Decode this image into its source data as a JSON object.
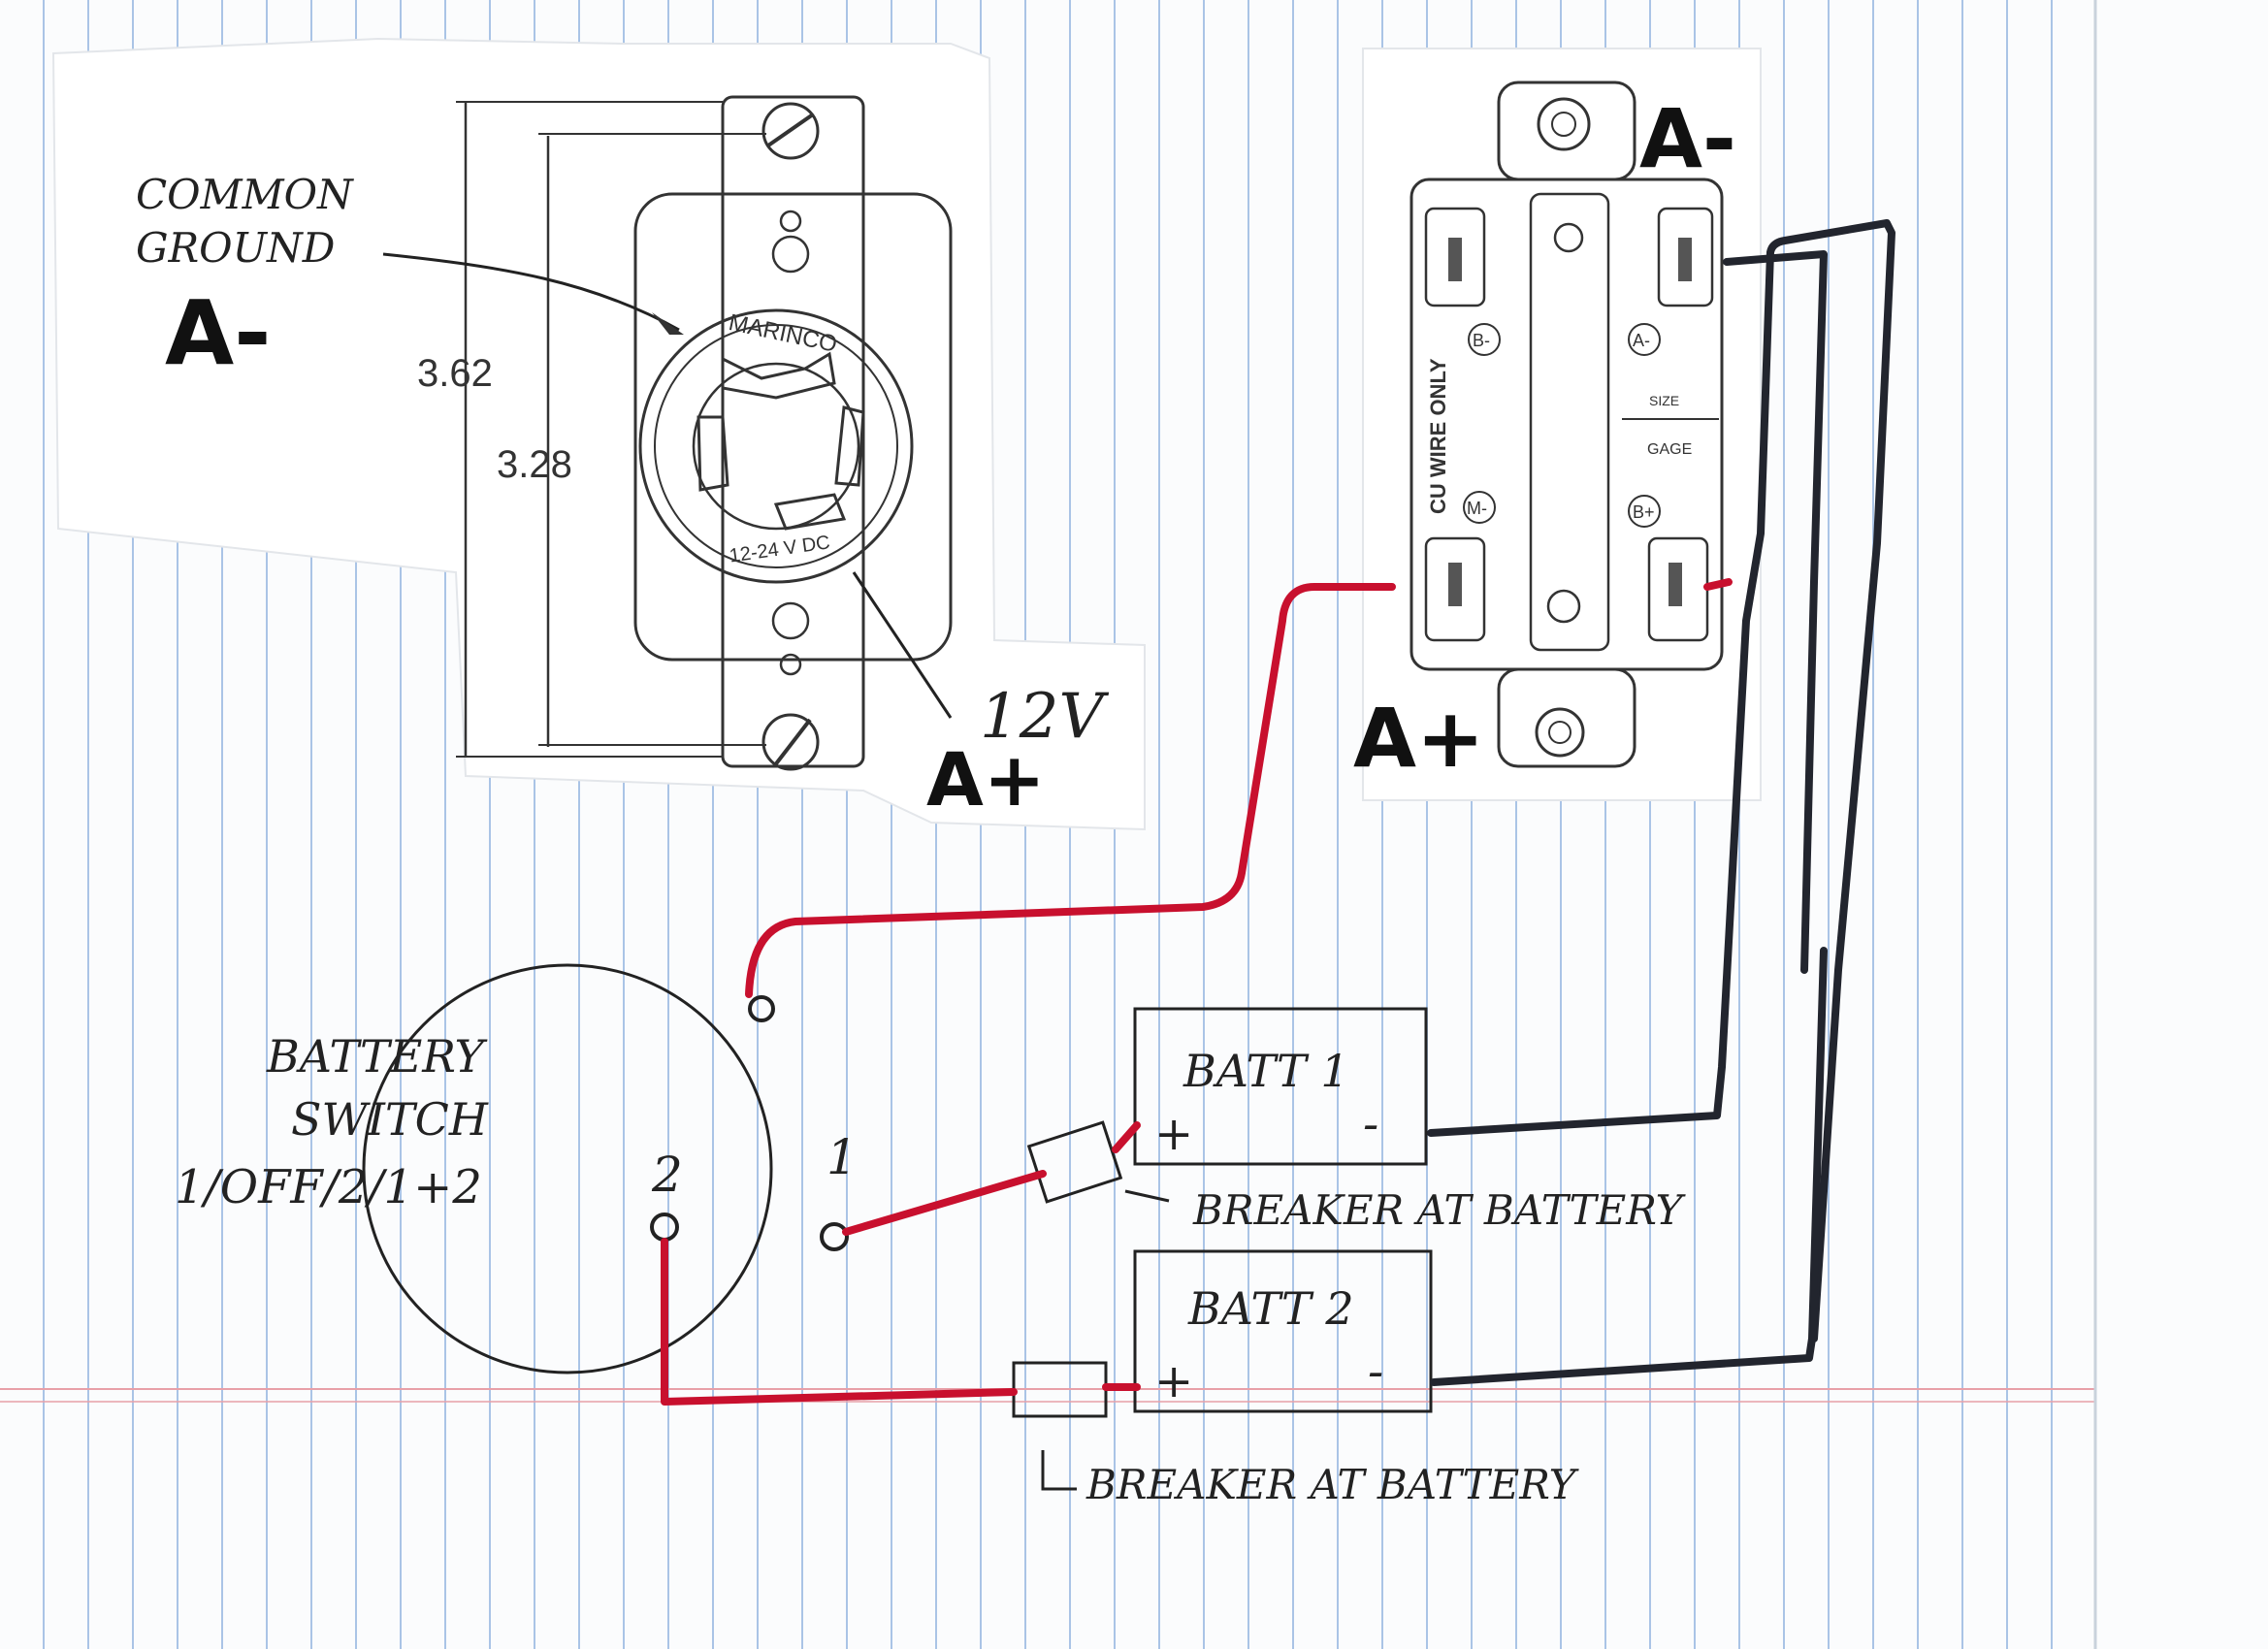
{
  "left_clipping": {
    "dim_outer": "3.62",
    "dim_inner": "3.28",
    "brand": "MARINCO",
    "rating": "12-24 V DC",
    "label_common_ground_1": "COMMON",
    "label_common_ground_2": "GROUND",
    "label_a_minus": "A-",
    "label_12v": "12V",
    "label_a_plus": "A+"
  },
  "right_clipping": {
    "label_a_minus": "A-",
    "label_a_plus": "A+",
    "terminal_b_minus": "B-",
    "terminal_a_minus": "A-",
    "terminal_m_minus": "M-",
    "terminal_b_plus": "B+",
    "wire_note": "CU WIRE ONLY",
    "gage_top": "SIZE",
    "gage_label": "GAGE"
  },
  "battery_switch": {
    "title_1": "BATTERY",
    "title_2": "SWITCH",
    "modes": "1/OFF/2/1+2",
    "pos_1": "1",
    "pos_2": "2"
  },
  "batteries": [
    {
      "label": "BATT 1",
      "plus": "+",
      "minus": "-"
    },
    {
      "label": "BATT 2",
      "plus": "+",
      "minus": "-"
    }
  ],
  "breaker_1": "BREAKER AT BATTERY",
  "breaker_2": "BREAKER AT BATTERY",
  "colors": {
    "red_wire": "#c8102e",
    "black_wire": "#22252e",
    "paper_line": "#aac4e6",
    "margin_line": "#e8a0a8"
  }
}
